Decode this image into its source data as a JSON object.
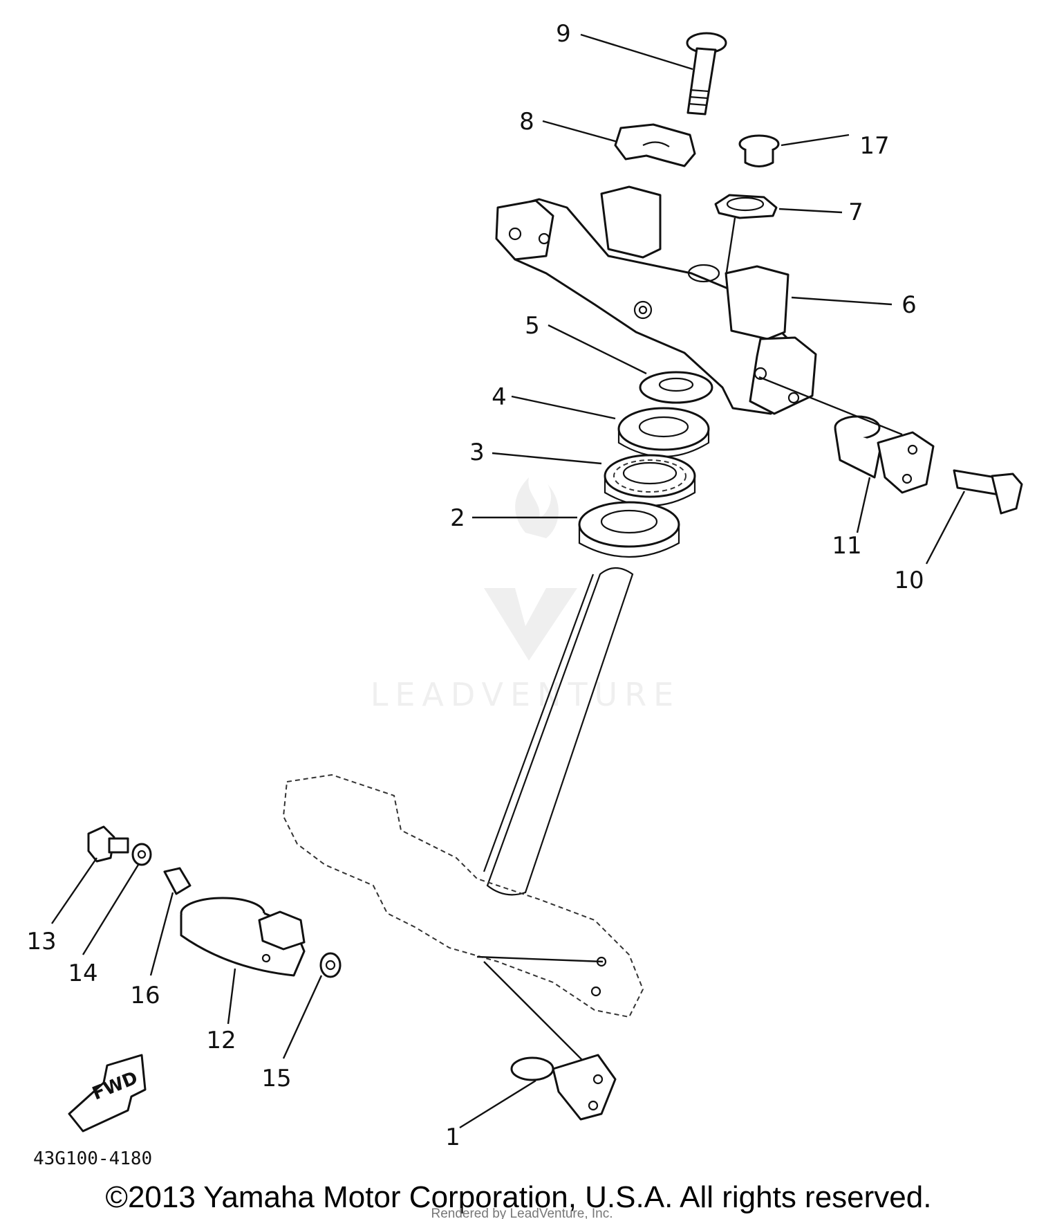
{
  "diagram": {
    "figure_code": "43G100-4180",
    "copyright": "©2013 Yamaha Motor Corporation, U.S.A. All rights reserved.",
    "rendered_by": "Rendered by LeadVenture, Inc.",
    "watermark": "LEADVENTURE",
    "fwd_label": "FWD",
    "callouts": [
      "1",
      "2",
      "3",
      "4",
      "5",
      "6",
      "7",
      "8",
      "9",
      "10",
      "11",
      "12",
      "13",
      "14",
      "15",
      "16",
      "17"
    ]
  }
}
